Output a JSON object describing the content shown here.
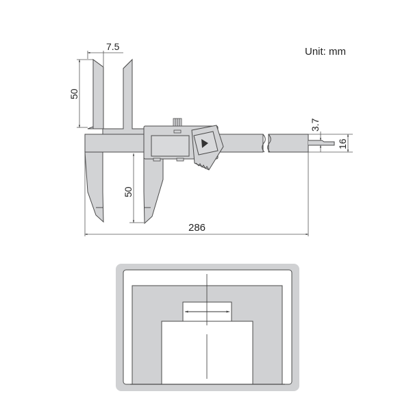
{
  "unit_label": "Unit: mm",
  "dimensions": {
    "outside_jaw_tip_width": "7.5",
    "inside_jaw_length": "50",
    "outside_jaw_length": "50",
    "depth_rod_offset": "3.7",
    "beam_width": "16",
    "overall_length": "286"
  },
  "display": {
    "button_icon": "play-triangle-icon"
  },
  "colors": {
    "body_fill": "#d2d3d5",
    "outline": "#4a4a4a",
    "dim_line": "#555555",
    "frame_fill": "#d0d1d3",
    "white": "#ffffff"
  }
}
